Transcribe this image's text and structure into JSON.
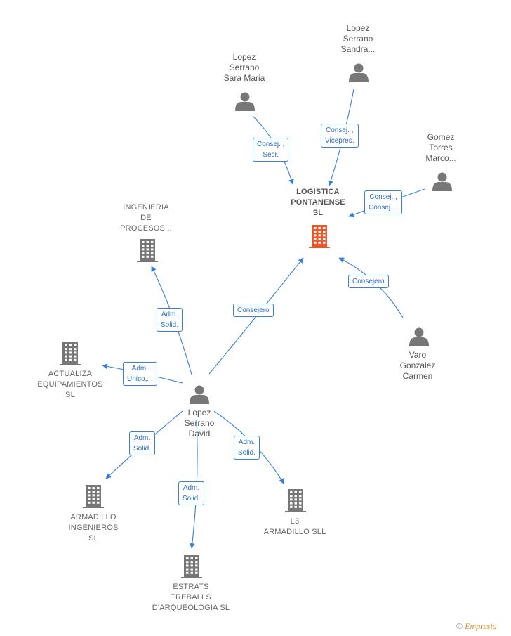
{
  "nodes": {
    "logistica": {
      "label": "LOGISTICA\nPONTANENSE\nSL",
      "type": "company",
      "highlight": true
    },
    "ingenieria": {
      "label": "INGENIERIA\nDE\nPROCESOS...",
      "type": "company"
    },
    "actualiza": {
      "label": "ACTUALIZA\nEQUIPAMIENTOS\nSL",
      "type": "company"
    },
    "armadillo_ing": {
      "label": "ARMADILLO\nINGENIEROS\nSL",
      "type": "company"
    },
    "estrats": {
      "label": "ESTRATS\nTREBALLS\nD'ARQUEOLOGIA SL",
      "type": "company"
    },
    "l3": {
      "label": "L3\nARMADILLO SLL",
      "type": "company"
    },
    "sara": {
      "label": "Lopez\nSerrano\nSara Maria",
      "type": "person"
    },
    "sandra": {
      "label": "Lopez\nSerrano\nSandra...",
      "type": "person"
    },
    "gomez": {
      "label": "Gomez\nTorres\nMarco...",
      "type": "person"
    },
    "varo": {
      "label": "Varo\nGonzalez\nCarmen",
      "type": "person"
    },
    "david": {
      "label": "Lopez\nSerrano\nDavid",
      "type": "person"
    }
  },
  "edges": {
    "sara_log": "Consej. ,\nSecr.",
    "sandra_log": "Consej. ,\nVicepres.",
    "gomez_log": "Consej. ,\nConsej....",
    "varo_log": "Consejero",
    "david_log": "Consejero",
    "david_ing": "Adm.\nSolid.",
    "david_act": "Adm.\nUnico,...",
    "david_arm": "Adm.\nSolid.",
    "david_est": "Adm.\nSolid.",
    "david_l3": "Adm.\nSolid."
  },
  "colors": {
    "edge": "#3a7fd5",
    "company_icon": "#777777",
    "highlight_icon": "#e8582d",
    "person_icon": "#777777"
  },
  "footer": {
    "copyright": "©",
    "brand": "Empresia"
  }
}
